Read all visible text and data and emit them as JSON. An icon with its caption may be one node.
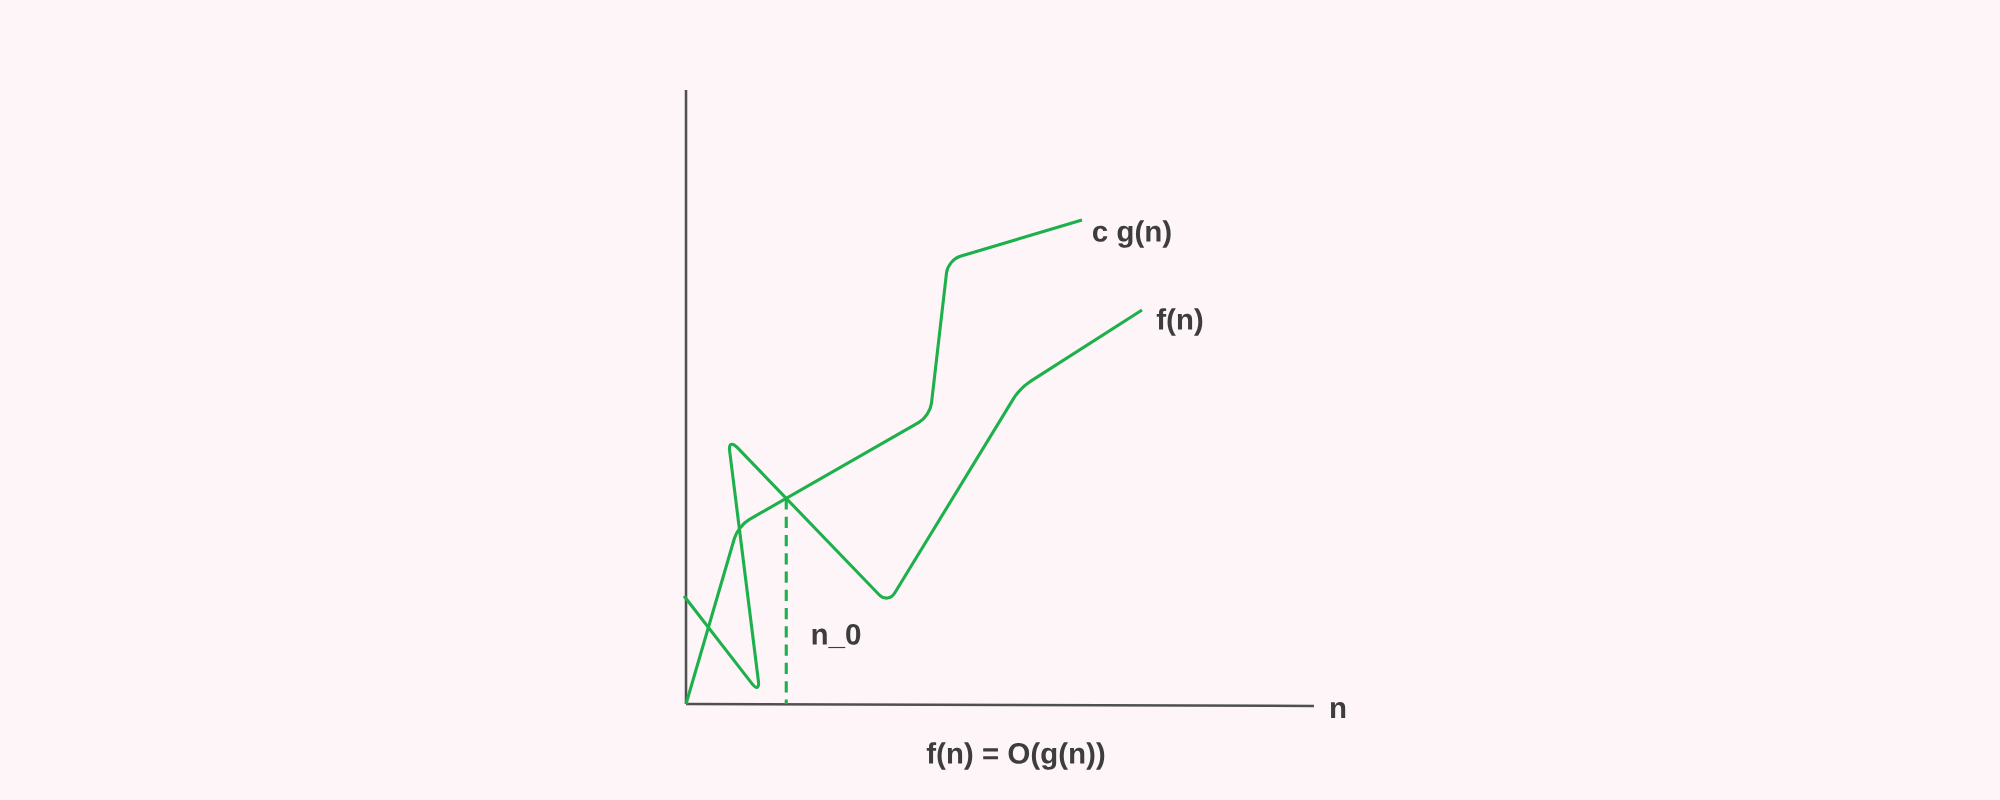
{
  "diagram": {
    "caption": "f(n) = O(g(n))",
    "labels": [
      "c g(n)",
      "f(n)",
      "n_0",
      "n"
    ]
  }
}
